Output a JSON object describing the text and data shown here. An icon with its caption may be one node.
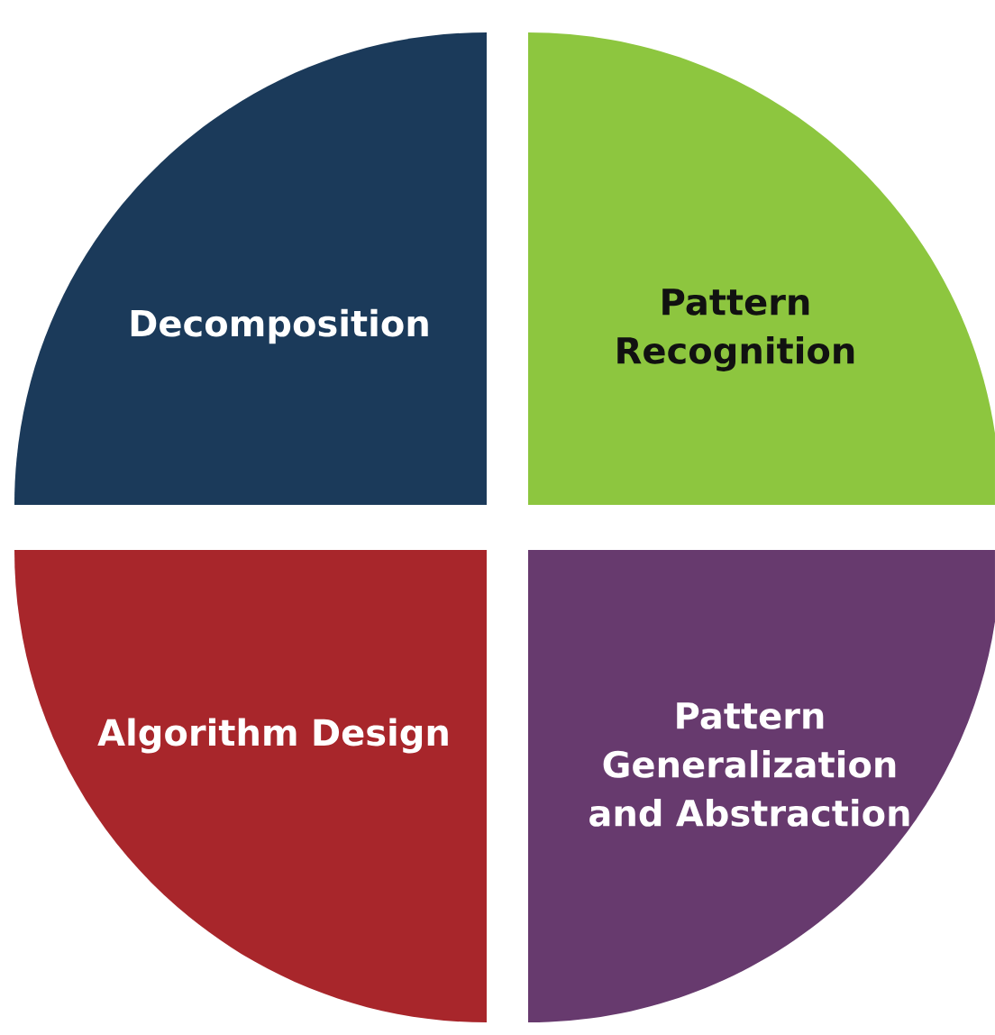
{
  "diagram": {
    "nodes": [
      {
        "text": [
          "Decomposition"
        ]
      },
      {
        "text": [
          "Pattern Recognition"
        ]
      },
      {
        "text": [
          "Algorithm Design"
        ]
      },
      {
        "text": [
          "Pattern Generalization and Abstraction"
        ]
      }
    ]
  }
}
